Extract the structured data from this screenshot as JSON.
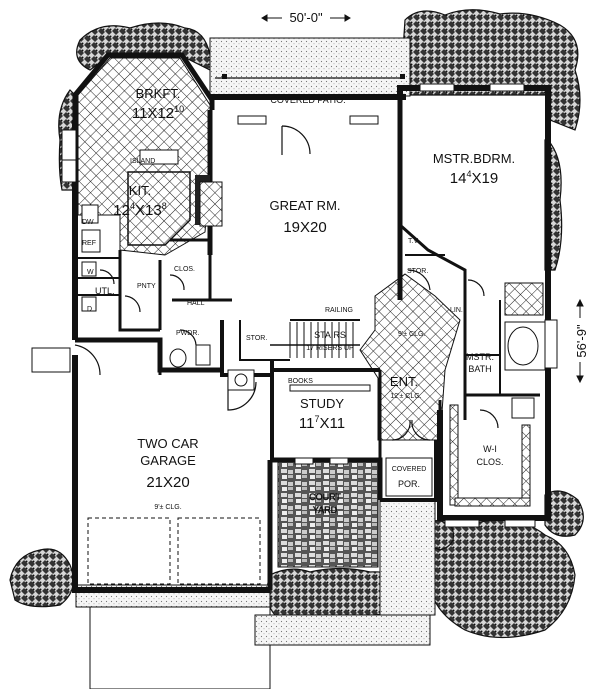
{
  "dimensions": {
    "width_label": "50'-0\"",
    "depth_label": "56'-9\""
  },
  "rooms": {
    "brkft": {
      "name": "BRKFT.",
      "size": "11X12",
      "size_sup": "10"
    },
    "covered_patio": {
      "name": "COVERED PATIO."
    },
    "mstr_bdrm": {
      "name": "MSTR.BDRM.",
      "size": "14",
      "size_sup": "4",
      "size_rest": "X19"
    },
    "kit": {
      "name": "KIT.",
      "size": "12",
      "size_sup": "4",
      "size_rest": "X13",
      "size_sup2": "8"
    },
    "island": {
      "name": "ISLAND"
    },
    "great_rm": {
      "name": "GREAT RM.",
      "size": "19X20"
    },
    "dw": {
      "name": "DW"
    },
    "ref": {
      "name": "REF"
    },
    "tv": {
      "name": "T.V."
    },
    "stor_upper": {
      "name": "STOR."
    },
    "clos": {
      "name": "CLOS."
    },
    "w": {
      "name": "W"
    },
    "d": {
      "name": "D"
    },
    "utl": {
      "name": "UTL."
    },
    "pnty": {
      "name": "PNTY"
    },
    "hall": {
      "name": "HALL"
    },
    "lin": {
      "name": "LIN."
    },
    "railing": {
      "name": "RAILING"
    },
    "pwdr": {
      "name": "PWDR."
    },
    "stor_lower": {
      "name": "STOR."
    },
    "stairs": {
      "name": "STAIRS",
      "note": "17 RISERS UP"
    },
    "clg_right": {
      "name": "9'± CLG."
    },
    "mstr_bath": {
      "name": "MSTR.",
      "name2": "BATH"
    },
    "books": {
      "name": "BOOKS"
    },
    "ent": {
      "name": "ENT.",
      "note": "12'± CLG."
    },
    "study": {
      "name": "STUDY",
      "size": "11",
      "size_sup": "7",
      "size_rest": "X11"
    },
    "garage": {
      "name": "TWO CAR",
      "name2": "GARAGE",
      "size": "21X20",
      "note": "9'± CLG."
    },
    "wi_clos": {
      "name": "W-I",
      "name2": "CLOS."
    },
    "covered_por": {
      "name": "COVERED",
      "name2": "POR."
    },
    "court": {
      "name": "COURT",
      "name2": "YARD"
    }
  }
}
